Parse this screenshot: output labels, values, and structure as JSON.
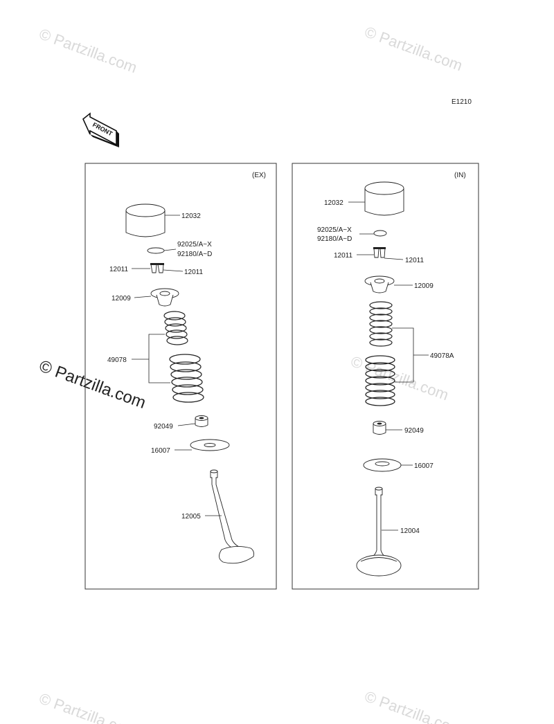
{
  "diagram_code": "E1210",
  "front_label": "FRONT",
  "watermark": "© Partzilla.com",
  "exhaust": {
    "title": "(EX)",
    "labels": {
      "tappet": "12032",
      "shim_a": "92025/A~X",
      "shim_b": "92180/A~D",
      "cotter_left": "12011",
      "cotter_right": "12011",
      "retainer": "12009",
      "spring": "49078",
      "seal": "92049",
      "seat": "16007",
      "valve": "12005"
    }
  },
  "intake": {
    "title": "(IN)",
    "labels": {
      "tappet": "12032",
      "shim_a": "92025/A~X",
      "shim_b": "92180/A~D",
      "cotter_left": "12011",
      "cotter_right": "12011",
      "retainer": "12009",
      "spring": "49078A",
      "seal": "92049",
      "seat": "16007",
      "valve": "12004"
    }
  }
}
